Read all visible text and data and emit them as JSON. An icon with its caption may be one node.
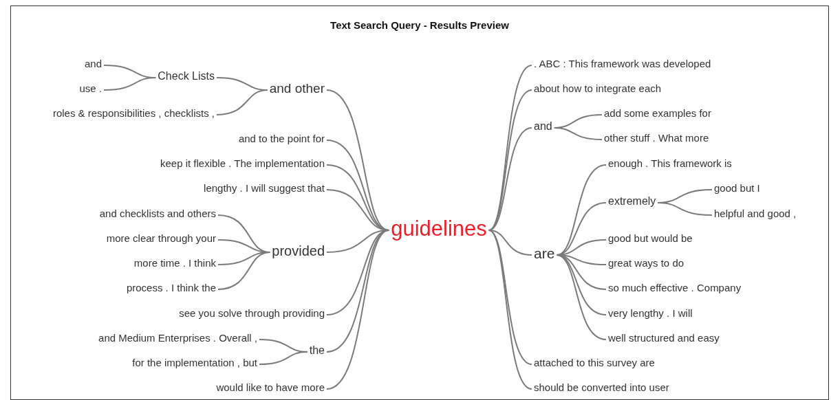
{
  "diagram": {
    "title": "Text Search Query - Results Preview",
    "nodes": [
      {
        "text": [
          "guidelines"
        ]
      },
      {
        "text": [
          "and other"
        ]
      },
      {
        "text": [
          "Check Lists"
        ]
      },
      {
        "text": [
          "and"
        ]
      },
      {
        "text": [
          "use ."
        ]
      },
      {
        "text": [
          "roles & responsibilities , checklists ,"
        ]
      },
      {
        "text": [
          "and to the point for"
        ]
      },
      {
        "text": [
          "keep it flexible . The implementation"
        ]
      },
      {
        "text": [
          "lengthy . I will suggest that"
        ]
      },
      {
        "text": [
          "provided"
        ]
      },
      {
        "text": [
          "and checklists and others"
        ]
      },
      {
        "text": [
          "more clear through your"
        ]
      },
      {
        "text": [
          "more time . I think"
        ]
      },
      {
        "text": [
          "process . I think the"
        ]
      },
      {
        "text": [
          "see you solve through providing"
        ]
      },
      {
        "text": [
          "the"
        ]
      },
      {
        "text": [
          "and Medium Enterprises . Overall ,"
        ]
      },
      {
        "text": [
          "for the implementation , but"
        ]
      },
      {
        "text": [
          "would like to have more"
        ]
      },
      {
        "text": [
          ". ABC : This framework was developed"
        ]
      },
      {
        "text": [
          "about how to integrate each"
        ]
      },
      {
        "text": [
          "and"
        ]
      },
      {
        "text": [
          "add some examples for"
        ]
      },
      {
        "text": [
          "other stuff . What more"
        ]
      },
      {
        "text": [
          "are"
        ]
      },
      {
        "text": [
          "enough . This framework is"
        ]
      },
      {
        "text": [
          "extremely"
        ]
      },
      {
        "text": [
          "good but I"
        ]
      },
      {
        "text": [
          "helpful and good ,"
        ]
      },
      {
        "text": [
          "good but would be"
        ]
      },
      {
        "text": [
          "great ways to do"
        ]
      },
      {
        "text": [
          "so much effective . Company"
        ]
      },
      {
        "text": [
          "very lengthy . I will"
        ]
      },
      {
        "text": [
          "well structured and easy"
        ]
      },
      {
        "text": [
          "attached to this survey are"
        ]
      },
      {
        "text": [
          "should be converted into user"
        ]
      }
    ],
    "edges": [
      {
        "from": 0,
        "to": 1,
        "arrow": "none"
      },
      {
        "from": 1,
        "to": 2,
        "arrow": "none"
      },
      {
        "from": 2,
        "to": 3,
        "arrow": "none"
      },
      {
        "from": 2,
        "to": 4,
        "arrow": "none"
      },
      {
        "from": 1,
        "to": 5,
        "arrow": "none"
      },
      {
        "from": 0,
        "to": 6,
        "arrow": "none"
      },
      {
        "from": 0,
        "to": 7,
        "arrow": "none"
      },
      {
        "from": 0,
        "to": 8,
        "arrow": "none"
      },
      {
        "from": 0,
        "to": 9,
        "arrow": "none"
      },
      {
        "from": 9,
        "to": 10,
        "arrow": "none"
      },
      {
        "from": 9,
        "to": 11,
        "arrow": "none"
      },
      {
        "from": 9,
        "to": 12,
        "arrow": "none"
      },
      {
        "from": 9,
        "to": 13,
        "arrow": "none"
      },
      {
        "from": 0,
        "to": 14,
        "arrow": "none"
      },
      {
        "from": 0,
        "to": 15,
        "arrow": "none"
      },
      {
        "from": 15,
        "to": 16,
        "arrow": "none"
      },
      {
        "from": 15,
        "to": 17,
        "arrow": "none"
      },
      {
        "from": 0,
        "to": 18,
        "arrow": "none"
      },
      {
        "from": 0,
        "to": 19,
        "arrow": "none"
      },
      {
        "from": 0,
        "to": 20,
        "arrow": "none"
      },
      {
        "from": 0,
        "to": 21,
        "arrow": "none"
      },
      {
        "from": 21,
        "to": 22,
        "arrow": "none"
      },
      {
        "from": 21,
        "to": 23,
        "arrow": "none"
      },
      {
        "from": 0,
        "to": 24,
        "arrow": "none"
      },
      {
        "from": 24,
        "to": 25,
        "arrow": "none"
      },
      {
        "from": 24,
        "to": 26,
        "arrow": "none"
      },
      {
        "from": 26,
        "to": 27,
        "arrow": "none"
      },
      {
        "from": 26,
        "to": 28,
        "arrow": "none"
      },
      {
        "from": 24,
        "to": 29,
        "arrow": "none"
      },
      {
        "from": 24,
        "to": 30,
        "arrow": "none"
      },
      {
        "from": 24,
        "to": 31,
        "arrow": "none"
      },
      {
        "from": 24,
        "to": 32,
        "arrow": "none"
      },
      {
        "from": 24,
        "to": 33,
        "arrow": "none"
      },
      {
        "from": 0,
        "to": 34,
        "arrow": "none"
      },
      {
        "from": 0,
        "to": 35,
        "arrow": "none"
      }
    ]
  }
}
